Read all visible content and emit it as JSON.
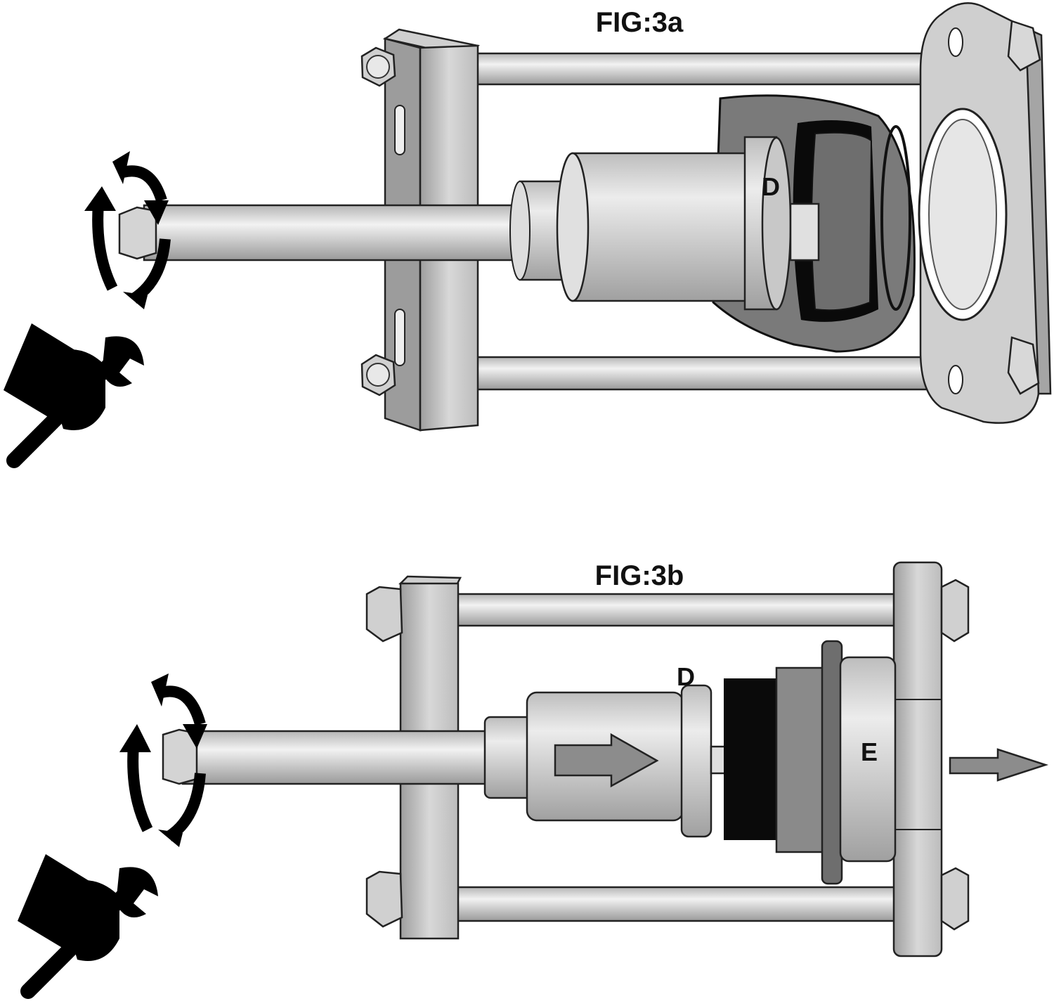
{
  "figures": [
    {
      "caption": "FIG:3a",
      "labels": {
        "d": "D"
      }
    },
    {
      "caption": "FIG:3b",
      "labels": {
        "d": "D",
        "e": "E"
      }
    }
  ],
  "colors": {
    "metal": "#d6d6d6",
    "metal_dark": "#a8a8a8",
    "dark_part": "#7a7a7a",
    "black_part": "#0a0a0a"
  }
}
